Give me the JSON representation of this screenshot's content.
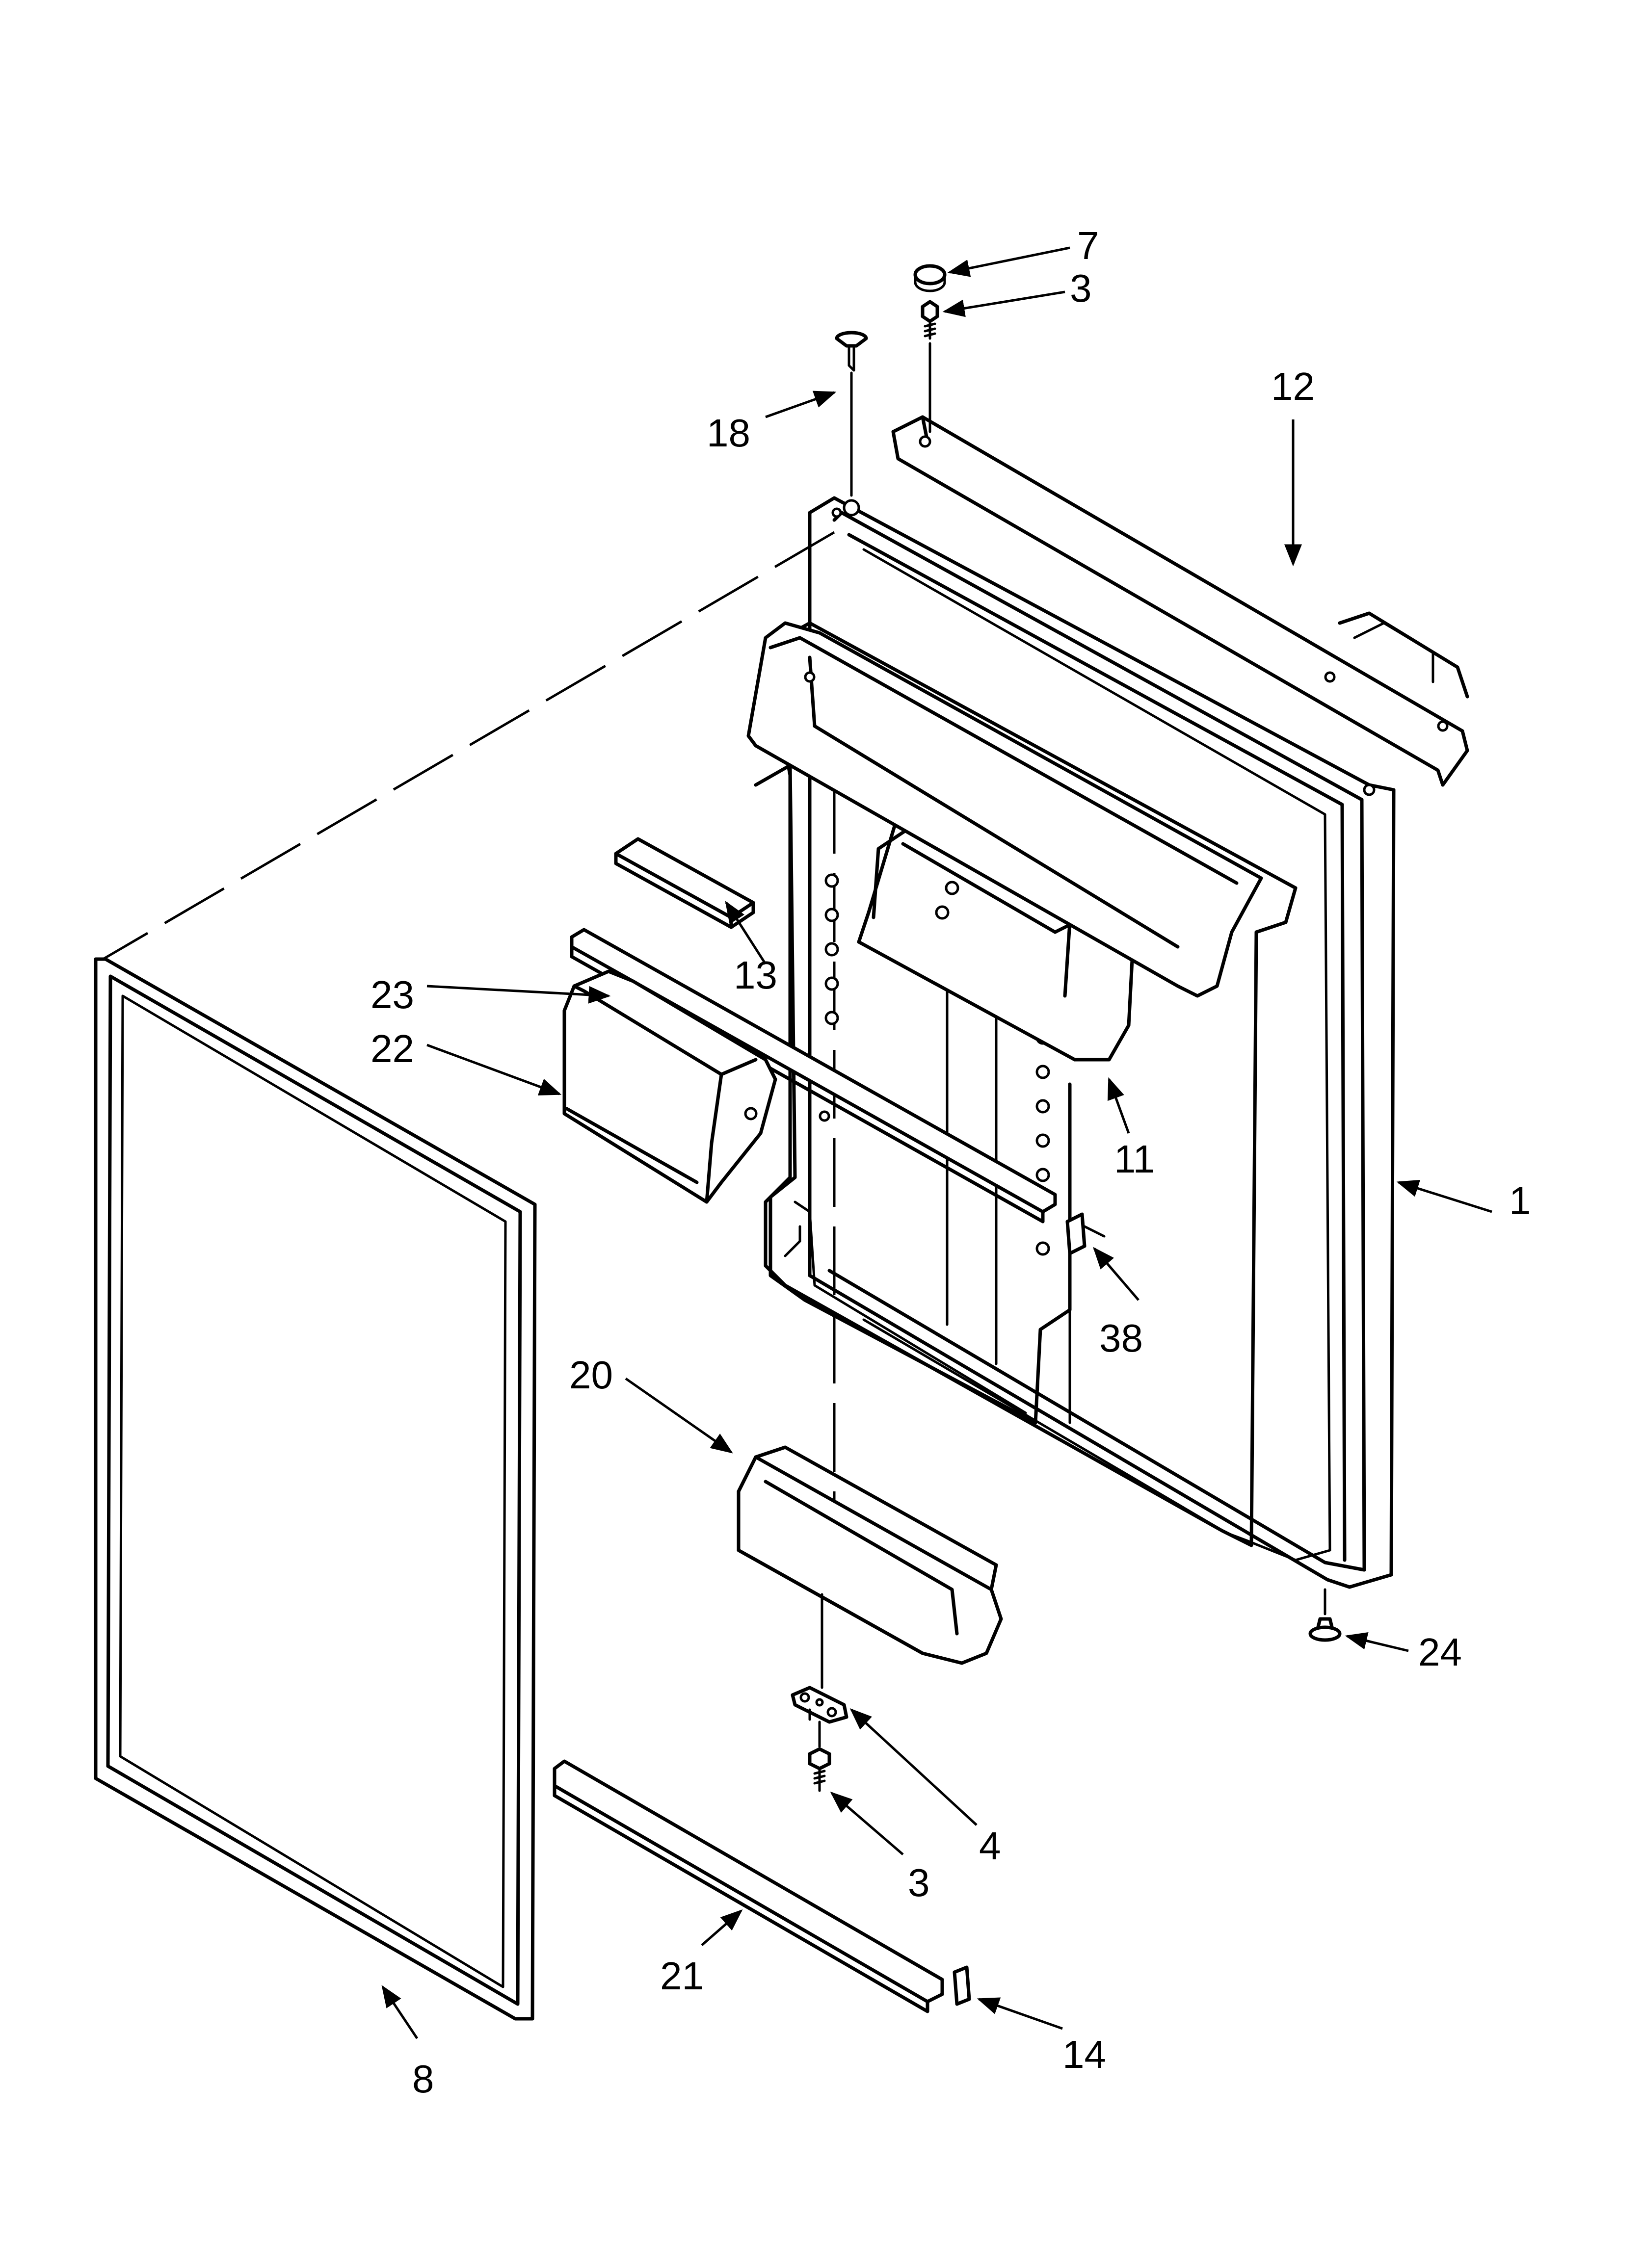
{
  "callouts": {
    "c1": "1",
    "c3a": "3",
    "c3b": "3",
    "c4": "4",
    "c7": "7",
    "c8": "8",
    "c11": "11",
    "c12": "12",
    "c13": "13",
    "c14": "14",
    "c18": "18",
    "c20": "20",
    "c21": "21",
    "c22": "22",
    "c23": "23",
    "c24": "24",
    "c38": "38"
  }
}
